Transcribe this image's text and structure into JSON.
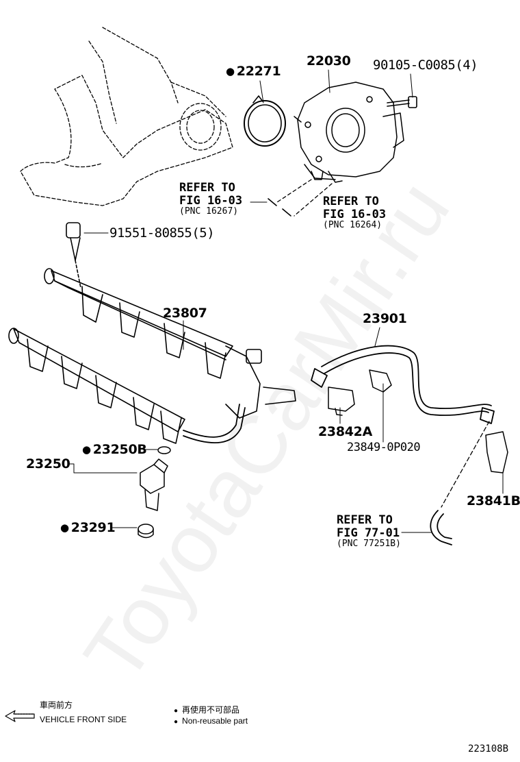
{
  "watermark": "ToyotaCarMir.ru",
  "parts": {
    "p22271": "22271",
    "p22030": "22030",
    "p90105": "90105-C0085(4)",
    "p91551": "91551-80855(5)",
    "p23807": "23807",
    "p23901": "23901",
    "p23842A": "23842A",
    "p23849": "23849-0P020",
    "p23250B": "23250B",
    "p23250": "23250",
    "p23291": "23291",
    "p23841B": "23841B"
  },
  "refs": {
    "ref1": {
      "line1": "REFER TO",
      "line2": "FIG 16-03",
      "pnc": "(PNC 16267)"
    },
    "ref2": {
      "line1": "REFER TO",
      "line2": "FIG 16-03",
      "pnc": "(PNC 16264)"
    },
    "ref3": {
      "line1": "REFER TO",
      "line2": "FIG 77-01",
      "pnc": "(PNC 77251B)"
    }
  },
  "legend": {
    "front_jp": "車両前方",
    "front_en": "VEHICLE FRONT SIDE",
    "nonreuse_jp": "再使用不可部品",
    "nonreuse_en": "Non-reusable part"
  },
  "figure_id": "223108B"
}
